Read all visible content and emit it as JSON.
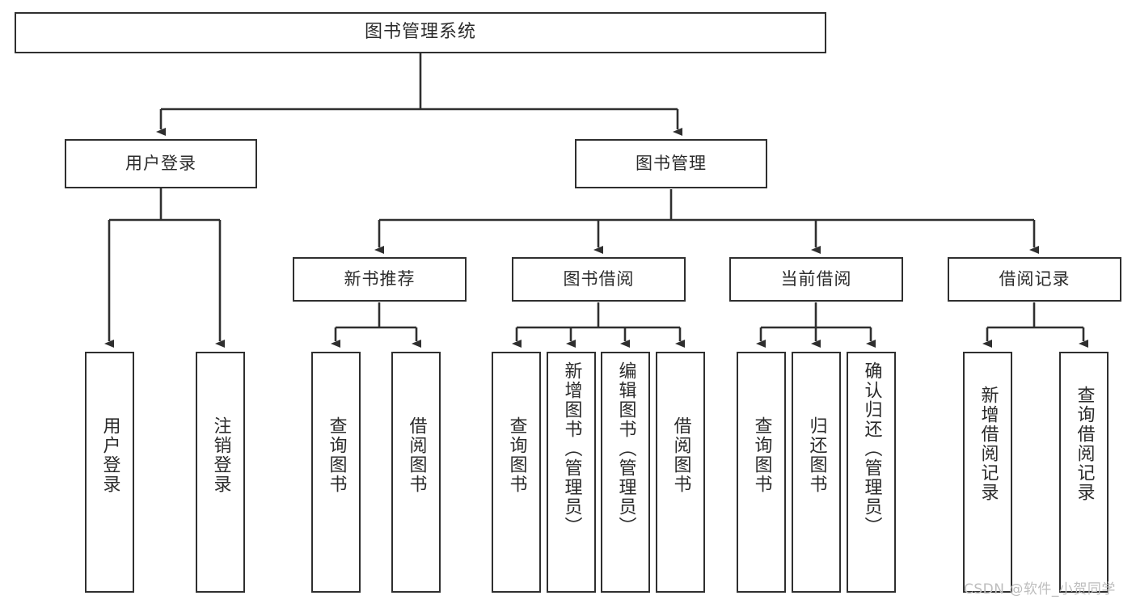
{
  "diagram": {
    "title": "图书管理系统",
    "type": "functional-structure-tree",
    "watermark": "CSDN @软件_小贺同学",
    "colors": {
      "stroke": "#2f2f2f",
      "text": "#2b2b2b",
      "background": "#ffffff",
      "watermark": "#bdbdbd"
    },
    "root": {
      "label": "图书管理系统"
    },
    "level2": [
      {
        "label": "用户登录"
      },
      {
        "label": "图书管理"
      }
    ],
    "level3": [
      {
        "label": "新书推荐"
      },
      {
        "label": "图书借阅"
      },
      {
        "label": "当前借阅"
      },
      {
        "label": "借阅记录"
      }
    ],
    "leaves": {
      "user_login": [
        {
          "label": "用户登录"
        },
        {
          "label": "注销登录"
        }
      ],
      "new_book_recommend": [
        {
          "label": "查询图书"
        },
        {
          "label": "借阅图书"
        }
      ],
      "book_borrow": [
        {
          "label": "查询图书"
        },
        {
          "label": "新增图书（管理员）"
        },
        {
          "label": "编辑图书（管理员）"
        },
        {
          "label": "借阅图书"
        }
      ],
      "current_borrow": [
        {
          "label": "查询图书"
        },
        {
          "label": "归还图书"
        },
        {
          "label": "确认归还（管理员）"
        }
      ],
      "borrow_record": [
        {
          "label": "新增借阅记录"
        },
        {
          "label": "查询借阅记录"
        }
      ]
    }
  }
}
